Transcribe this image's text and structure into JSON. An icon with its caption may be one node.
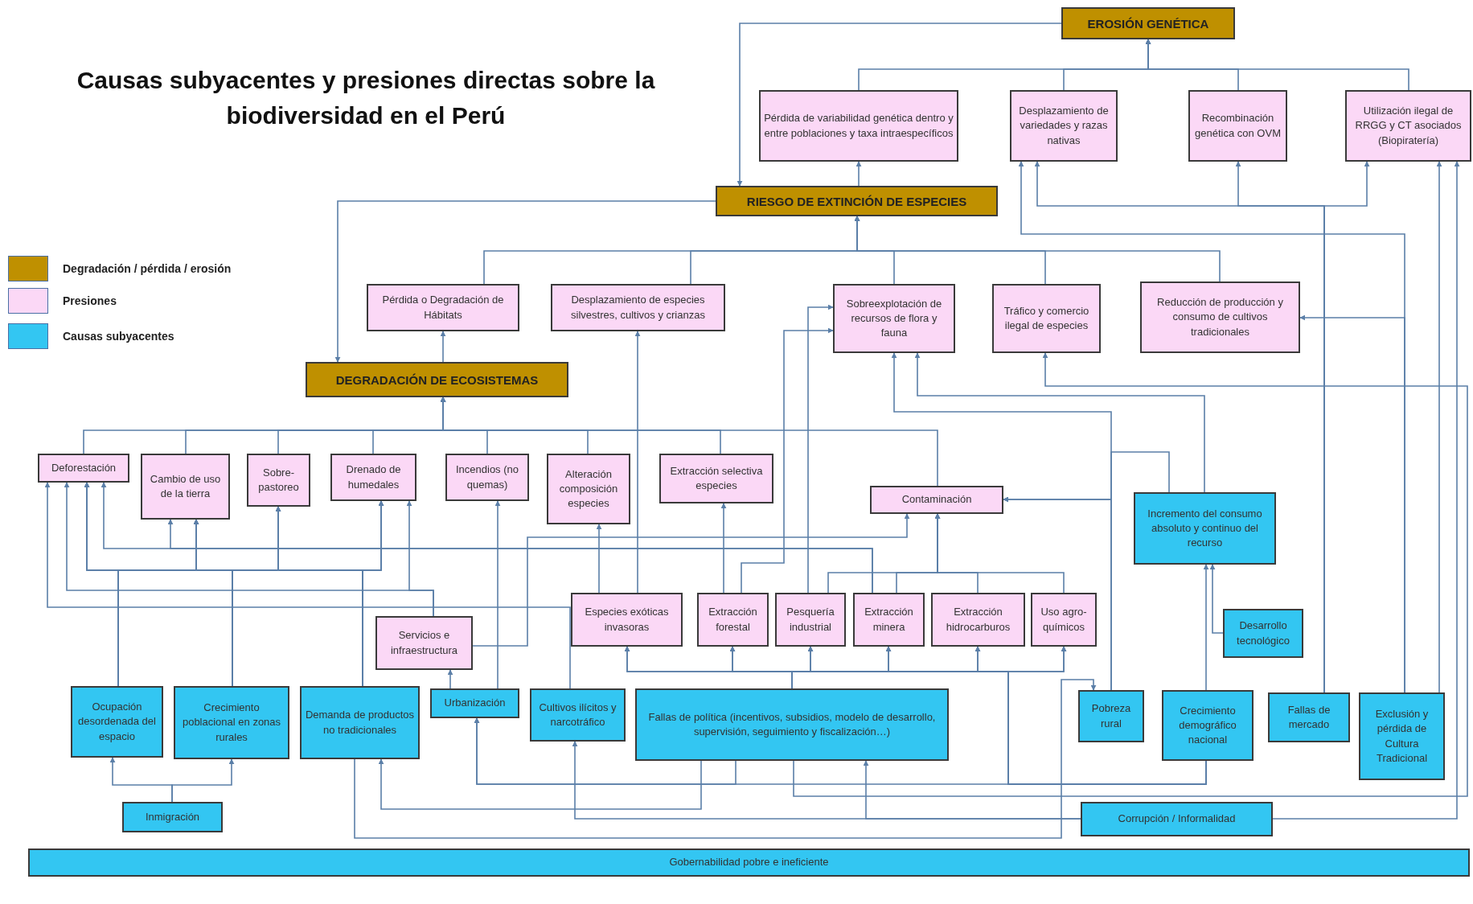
{
  "diagram": {
    "title": "Causas subyacentes y presiones directas sobre la biodiversidad en el Perú",
    "nodes": [
      {
        "text": [
          "EROSIÓN GENÉTICA"
        ]
      },
      {
        "text": [
          "Pérdida de variabilidad genética dentro y entre poblaciones y taxa intraespecíficos"
        ]
      },
      {
        "text": [
          "Desplazamiento de variedades y razas nativas"
        ]
      },
      {
        "text": [
          "Recombinación genética con OVM"
        ]
      },
      {
        "text": [
          "Utilización ilegal de RRGG y CT asociados (Biopiratería)"
        ]
      },
      {
        "text": [
          "RIESGO DE EXTINCIÓN DE ESPECIES"
        ]
      },
      {
        "text": [
          "Pérdida o Degradación de Hábitats"
        ]
      },
      {
        "text": [
          "Desplazamiento de especies silvestres, cultivos y crianzas"
        ]
      },
      {
        "text": [
          "Sobreexplotación de recursos de flora y fauna"
        ]
      },
      {
        "text": [
          "Tráfico y comercio ilegal de especies"
        ]
      },
      {
        "text": [
          "Reducción de producción y consumo de cultivos tradicionales"
        ]
      },
      {
        "text": [
          "DEGRADACIÓN DE ECOSISTEMAS"
        ]
      },
      {
        "text": [
          "Deforestación"
        ]
      },
      {
        "text": [
          "Cambio de uso de la tierra"
        ]
      },
      {
        "text": [
          "Sobre-pastoreo"
        ]
      },
      {
        "text": [
          "Drenado de humedales"
        ]
      },
      {
        "text": [
          "Incendios (no quemas)"
        ]
      },
      {
        "text": [
          "Alteración composición especies"
        ]
      },
      {
        "text": [
          "Extracción selectiva especies"
        ]
      },
      {
        "text": [
          "Contaminación"
        ]
      },
      {
        "text": [
          "Incremento del consumo absoluto y continuo del recurso"
        ]
      },
      {
        "text": [
          "Servicios e infraestructura"
        ]
      },
      {
        "text": [
          "Especies exóticas invasoras"
        ]
      },
      {
        "text": [
          "Extracción forestal"
        ]
      },
      {
        "text": [
          "Pesquería industrial"
        ]
      },
      {
        "text": [
          "Extracción minera"
        ]
      },
      {
        "text": [
          "Extracción hidrocarburos"
        ]
      },
      {
        "text": [
          "Uso agro-químicos"
        ]
      },
      {
        "text": [
          "Desarrollo tecnológico"
        ]
      },
      {
        "text": [
          "Ocupación desordenada del espacio"
        ]
      },
      {
        "text": [
          "Crecimiento poblacional en zonas rurales"
        ]
      },
      {
        "text": [
          "Demanda de productos no tradicionales"
        ]
      },
      {
        "text": [
          "Urbanización"
        ]
      },
      {
        "text": [
          "Cultivos ilícitos y narcotráfico"
        ]
      },
      {
        "text": [
          "Fallas de política (incentivos, subsidios, modelo de desarrollo, supervisión, seguimiento y fiscalización…)"
        ]
      },
      {
        "text": [
          "Pobreza rural"
        ]
      },
      {
        "text": [
          "Crecimiento demográfico nacional"
        ]
      },
      {
        "text": [
          "Fallas de mercado"
        ]
      },
      {
        "text": [
          "Exclusión y pérdida de Cultura Tradicional"
        ]
      },
      {
        "text": [
          "Inmigración"
        ]
      },
      {
        "text": [
          "Corrupción / Informalidad"
        ]
      },
      {
        "text": [
          "Gobernabilidad pobre e ineficiente"
        ]
      }
    ],
    "edges": [
      {
        "from": 1,
        "to": 0,
        "arrow": "to"
      },
      {
        "from": 2,
        "to": 0,
        "arrow": "to"
      },
      {
        "from": 3,
        "to": 0,
        "arrow": "to"
      },
      {
        "from": 4,
        "to": 0,
        "arrow": "to"
      },
      {
        "from": 5,
        "to": 1,
        "arrow": "to"
      },
      {
        "from": 0,
        "to": 5,
        "arrow": "to"
      },
      {
        "from": 5,
        "to": 11,
        "arrow": "to"
      },
      {
        "from": 6,
        "to": 5,
        "arrow": "to"
      },
      {
        "from": 7,
        "to": 5,
        "arrow": "to"
      },
      {
        "from": 8,
        "to": 5,
        "arrow": "to"
      },
      {
        "from": 9,
        "to": 5,
        "arrow": "to"
      },
      {
        "from": 10,
        "to": 5,
        "arrow": "to"
      },
      {
        "from": 11,
        "to": 6,
        "arrow": "to"
      },
      {
        "from": 12,
        "to": 11,
        "arrow": "to"
      },
      {
        "from": 13,
        "to": 11,
        "arrow": "to"
      },
      {
        "from": 14,
        "to": 11,
        "arrow": "to"
      },
      {
        "from": 15,
        "to": 11,
        "arrow": "to"
      },
      {
        "from": 16,
        "to": 11,
        "arrow": "to"
      },
      {
        "from": 17,
        "to": 11,
        "arrow": "to"
      },
      {
        "from": 18,
        "to": 11,
        "arrow": "to"
      },
      {
        "from": 19,
        "to": 11,
        "arrow": "to"
      },
      {
        "from": 22,
        "to": 17,
        "arrow": "to"
      },
      {
        "from": 22,
        "to": 7,
        "arrow": "to"
      },
      {
        "from": 23,
        "to": 18,
        "arrow": "to"
      },
      {
        "from": 23,
        "to": 8,
        "arrow": "to"
      },
      {
        "from": 24,
        "to": 8,
        "arrow": "to"
      },
      {
        "from": 24,
        "to": 19,
        "arrow": "to"
      },
      {
        "from": 25,
        "to": 19,
        "arrow": "to"
      },
      {
        "from": 26,
        "to": 19,
        "arrow": "to"
      },
      {
        "from": 27,
        "to": 19,
        "arrow": "to"
      },
      {
        "from": 25,
        "to": 12,
        "arrow": "to"
      },
      {
        "from": 25,
        "to": 13,
        "arrow": "to"
      },
      {
        "from": 21,
        "to": 19,
        "arrow": "to"
      },
      {
        "from": 21,
        "to": 12,
        "arrow": "to"
      },
      {
        "from": 21,
        "to": 15,
        "arrow": "to"
      },
      {
        "from": 32,
        "to": 21,
        "arrow": "to"
      },
      {
        "from": 32,
        "to": 16,
        "arrow": "to"
      },
      {
        "from": 33,
        "to": 12,
        "arrow": "to"
      },
      {
        "from": 29,
        "to": 12,
        "arrow": "to"
      },
      {
        "from": 29,
        "to": 13,
        "arrow": "to"
      },
      {
        "from": 29,
        "to": 14,
        "arrow": "to"
      },
      {
        "from": 29,
        "to": 15,
        "arrow": "to"
      },
      {
        "from": 30,
        "to": 12,
        "arrow": "to"
      },
      {
        "from": 30,
        "to": 13,
        "arrow": "to"
      },
      {
        "from": 30,
        "to": 14,
        "arrow": "to"
      },
      {
        "from": 30,
        "to": 15,
        "arrow": "to"
      },
      {
        "from": 31,
        "to": 12,
        "arrow": "to"
      },
      {
        "from": 31,
        "to": 13,
        "arrow": "to"
      },
      {
        "from": 31,
        "to": 14,
        "arrow": "to"
      },
      {
        "from": 31,
        "to": 15,
        "arrow": "to"
      },
      {
        "from": 39,
        "to": 29,
        "arrow": "to"
      },
      {
        "from": 39,
        "to": 30,
        "arrow": "to"
      },
      {
        "from": 34,
        "to": 22,
        "arrow": "to"
      },
      {
        "from": 34,
        "to": 23,
        "arrow": "to"
      },
      {
        "from": 34,
        "to": 24,
        "arrow": "to"
      },
      {
        "from": 34,
        "to": 25,
        "arrow": "to"
      },
      {
        "from": 34,
        "to": 26,
        "arrow": "to"
      },
      {
        "from": 34,
        "to": 27,
        "arrow": "to"
      },
      {
        "from": 36,
        "to": 22,
        "arrow": "to"
      },
      {
        "from": 36,
        "to": 23,
        "arrow": "to"
      },
      {
        "from": 36,
        "to": 24,
        "arrow": "to"
      },
      {
        "from": 36,
        "to": 25,
        "arrow": "to"
      },
      {
        "from": 36,
        "to": 26,
        "arrow": "to"
      },
      {
        "from": 36,
        "to": 27,
        "arrow": "to"
      },
      {
        "from": 34,
        "to": 31,
        "arrow": "to"
      },
      {
        "from": 34,
        "to": 32,
        "arrow": "to"
      },
      {
        "from": 36,
        "to": 32,
        "arrow": "to"
      },
      {
        "from": 36,
        "to": 20,
        "arrow": "to"
      },
      {
        "from": 28,
        "to": 20,
        "arrow": "to"
      },
      {
        "from": 20,
        "to": 19,
        "arrow": "to"
      },
      {
        "from": 20,
        "to": 8,
        "arrow": "to"
      },
      {
        "from": 35,
        "to": 19,
        "arrow": "to"
      },
      {
        "from": 35,
        "to": 8,
        "arrow": "to"
      },
      {
        "from": 31,
        "to": 35,
        "arrow": "to"
      },
      {
        "from": 40,
        "to": 33,
        "arrow": "to"
      },
      {
        "from": 40,
        "to": 34,
        "arrow": "to"
      },
      {
        "from": 40,
        "to": 4,
        "arrow": "to"
      },
      {
        "from": 34,
        "to": 9,
        "arrow": "to"
      },
      {
        "from": 37,
        "to": 2,
        "arrow": "to"
      },
      {
        "from": 37,
        "to": 3,
        "arrow": "to"
      },
      {
        "from": 37,
        "to": 4,
        "arrow": "to"
      },
      {
        "from": 38,
        "to": 2,
        "arrow": "to"
      },
      {
        "from": 38,
        "to": 10,
        "arrow": "to"
      },
      {
        "from": 38,
        "to": 4,
        "arrow": "to"
      }
    ],
    "legend": [
      {
        "text": "Degradación / pérdida / erosión",
        "color": "#bf9000"
      },
      {
        "text": "Presiones",
        "color": "#fbd8f6"
      },
      {
        "text": "Causas subyacentes",
        "color": "#33c6f2"
      }
    ]
  }
}
